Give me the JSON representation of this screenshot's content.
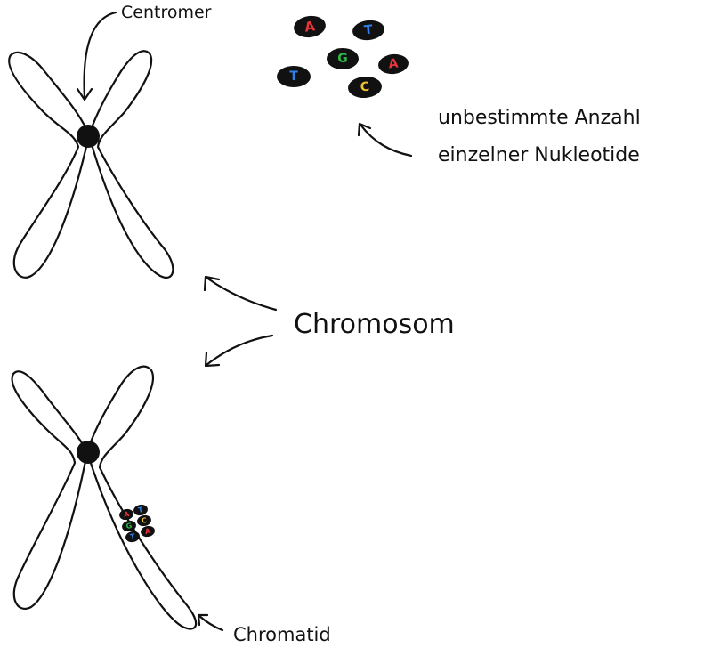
{
  "labels": {
    "centromer": "Centromer",
    "anzahl_line1": "unbestimmte Anzahl",
    "anzahl_line2": "einzelner Nukleotide",
    "chromosom": "Chromosom",
    "chromatid": "Chromatid"
  },
  "nucleotides": [
    {
      "letter": "A",
      "color": "#e8343a"
    },
    {
      "letter": "T",
      "color": "#2f7fe6"
    },
    {
      "letter": "G",
      "color": "#2fb84a"
    },
    {
      "letter": "A",
      "color": "#e8343a"
    },
    {
      "letter": "T",
      "color": "#2f7fe6"
    },
    {
      "letter": "C",
      "color": "#f2c12e"
    }
  ],
  "band_nucleotides": [
    {
      "letter": "A",
      "color": "#e8343a"
    },
    {
      "letter": "T",
      "color": "#2f7fe6"
    },
    {
      "letter": "G",
      "color": "#2fb84a"
    },
    {
      "letter": "C",
      "color": "#f2c12e"
    },
    {
      "letter": "T",
      "color": "#2f7fe6"
    },
    {
      "letter": "A",
      "color": "#e8343a"
    }
  ],
  "colors": {
    "ink": "#111111",
    "nucleotide_body": "#111111",
    "centromere": "#111111"
  }
}
